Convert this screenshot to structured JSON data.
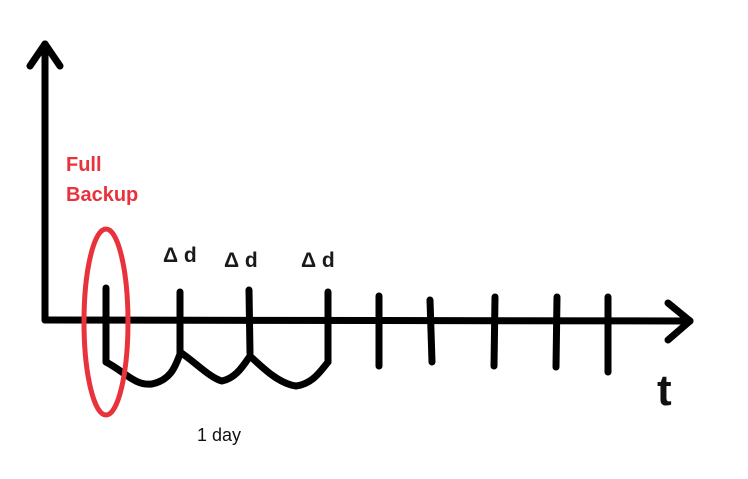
{
  "labels": {
    "full_backup_line1": "Full",
    "full_backup_line2": "Backup",
    "delta_1": "Δ d",
    "delta_2": "Δ d",
    "delta_3": "Δ d",
    "time_axis": "t",
    "interval": "1 day"
  },
  "colors": {
    "highlight": "#e8323c",
    "ink": "#000000"
  }
}
